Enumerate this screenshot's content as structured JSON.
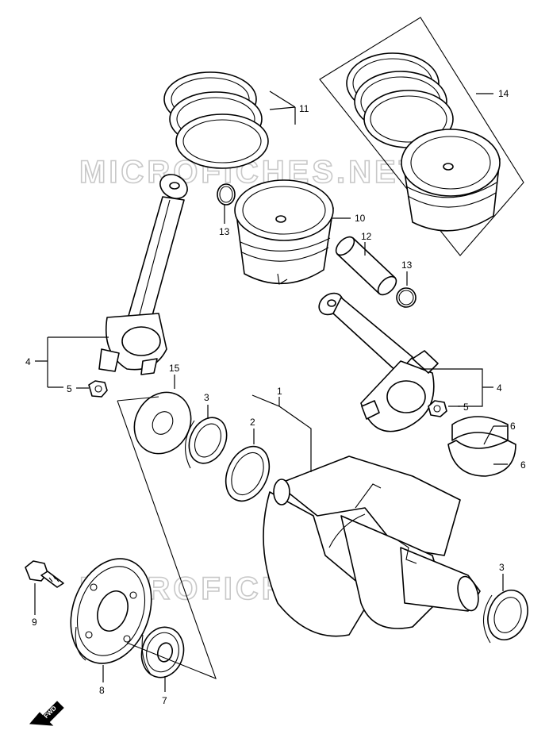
{
  "watermark": "MICROFICHES.NET",
  "direction_mark": "FWD",
  "callouts": {
    "p1": "1",
    "p2": "2",
    "p3a": "3",
    "p3b": "3",
    "p4a": "4",
    "p4b": "4",
    "p5a": "5",
    "p5b": "5",
    "p6a": "6",
    "p6b": "6",
    "p7": "7",
    "p8": "8",
    "p9": "9",
    "p10": "10",
    "p11": "11",
    "p12": "12",
    "p13a": "13",
    "p13b": "13",
    "p14": "14",
    "p15": "15"
  },
  "colors": {
    "line": "#000000",
    "watermark_outline": "#c8c8c8",
    "background": "#ffffff"
  }
}
